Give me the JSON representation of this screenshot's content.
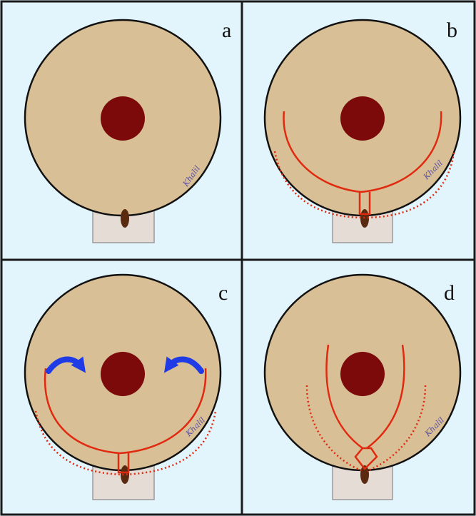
{
  "colors": {
    "background": "#e2f4fc",
    "panel_border": "#1a1a1a",
    "disc": "#d9bf96",
    "disc_outline": "#111111",
    "center_spot": "#7d0a0a",
    "tab": "#e6dcd6",
    "tab_outline": "#9a9a9a",
    "pip": "#5a2a10",
    "incision": "#e02a10",
    "arrow": "#1f3be6",
    "signature": "#5a4fa0"
  },
  "panels": [
    {
      "letter": "a",
      "signature": "Khalil"
    },
    {
      "letter": "b",
      "signature": "Khalil"
    },
    {
      "letter": "c",
      "signature": "Khalil"
    },
    {
      "letter": "d",
      "signature": "Khalil"
    }
  ]
}
